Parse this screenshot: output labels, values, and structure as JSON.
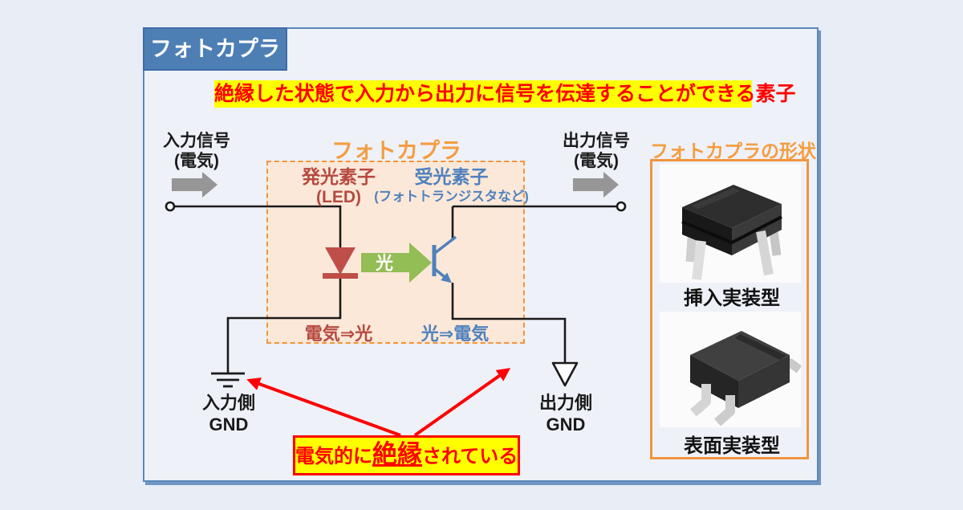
{
  "colors": {
    "page_bg": "#e9edf6",
    "panel_border_blue": "#5b87b9",
    "title_bg_blue": "#4d7fb5",
    "banner_yellow": "#ffff00",
    "alert_red": "#ff0000",
    "accent_orange": "#f59d40",
    "peach_fill": "#fce8d8",
    "emitter_dark_red": "#b5493f",
    "led_red": "#bf4e49",
    "detector_blue": "#4f81bd",
    "light_green": "#93bd55",
    "signal_gray": "#969696",
    "wire_black": "#1a1a1a"
  },
  "panel": {
    "title": "フォトカプラ"
  },
  "banner": {
    "text": "絶縁した状態で入力から出力に信号を伝達することができる素子"
  },
  "diagram": {
    "input_signal_line1": "入力信号",
    "input_signal_line2": "(電気)",
    "output_signal_line1": "出力信号",
    "output_signal_line2": "(電気)",
    "coupler_label": "フォトカプラ",
    "emitter_title": "発光素子",
    "emitter_sub": "(LED)",
    "detector_title": "受光素子",
    "detector_sub": "(フォトトランジスタなど)",
    "light_arrow_label": "光",
    "electric_to_light": "電気⇒光",
    "light_to_electric": "光⇒電気",
    "input_gnd_line1": "入力側",
    "input_gnd_line2": "GND",
    "output_gnd_line1": "出力側",
    "output_gnd_line2": "GND",
    "isolation_prefix": "電気的に",
    "isolation_emphasis": "絶縁",
    "isolation_suffix": "されている"
  },
  "shapes_panel": {
    "title": "フォトカプラの形状",
    "items": [
      {
        "label": "挿入実装型"
      },
      {
        "label": "表面実装型"
      }
    ]
  }
}
